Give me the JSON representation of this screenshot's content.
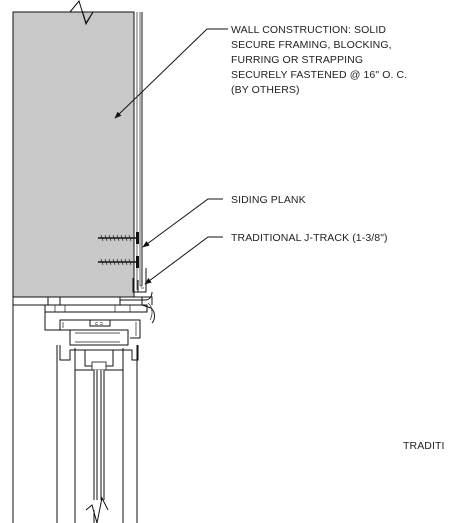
{
  "notes": {
    "wall_construction": [
      "WALL CONSTRUCTION: SOLID",
      "SECURE FRAMING, BLOCKING,",
      "FURRING OR STRAPPING",
      "SECURELY FASTENED @ 16\" O. C.",
      "(BY OTHERS)"
    ],
    "siding_plank": "SIDING PLANK",
    "j_track": "TRADITIONAL J-TRACK (1-3/8\")",
    "cutoff": "TRADITI"
  },
  "colors": {
    "wall_fill": "#c8c8c8",
    "line": "#111111",
    "background": "#ffffff"
  }
}
